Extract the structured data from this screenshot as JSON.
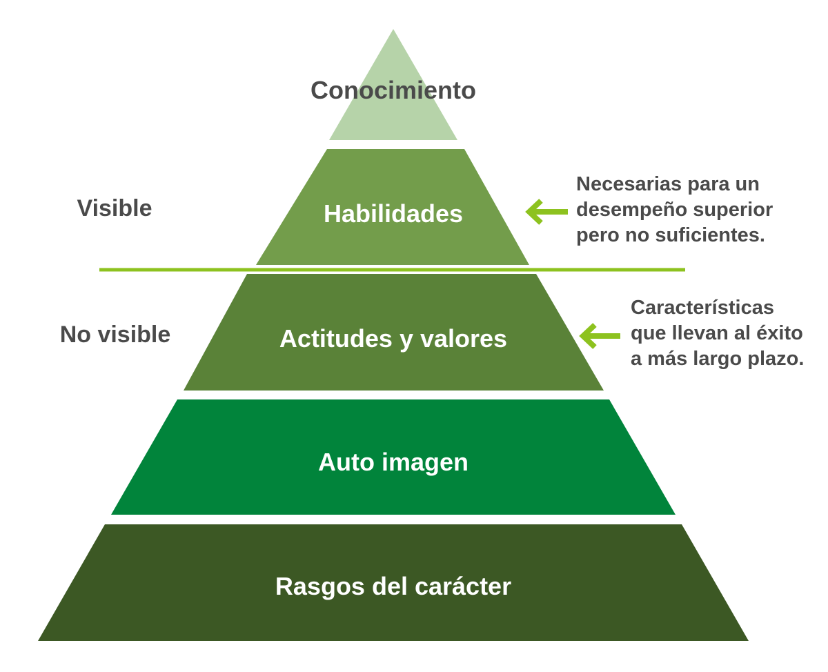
{
  "pyramid": {
    "levels": [
      {
        "label": "Conocimiento",
        "fill": "#b6d3a9",
        "text_color": "#4a4a4a"
      },
      {
        "label": "Habilidades",
        "fill": "#739d4b",
        "text_color": "#ffffff"
      },
      {
        "label": "Actitudes y valores",
        "fill": "#5a8238",
        "text_color": "#ffffff"
      },
      {
        "label": "Auto imagen",
        "fill": "#01843b",
        "text_color": "#ffffff"
      },
      {
        "label": "Rasgos del carácter",
        "fill": "#3c5824",
        "text_color": "#ffffff"
      }
    ]
  },
  "sides": {
    "visible": "Visible",
    "not_visible": "No visible"
  },
  "divider": {
    "color": "#8dc21f"
  },
  "notes": {
    "arrow_color": "#8dc21f",
    "skills_note": [
      "Necesarias para un",
      "desempeño superior",
      "pero no suficientes."
    ],
    "attitudes_note": [
      "Características",
      "que llevan al éxito",
      "a más largo plazo."
    ]
  }
}
